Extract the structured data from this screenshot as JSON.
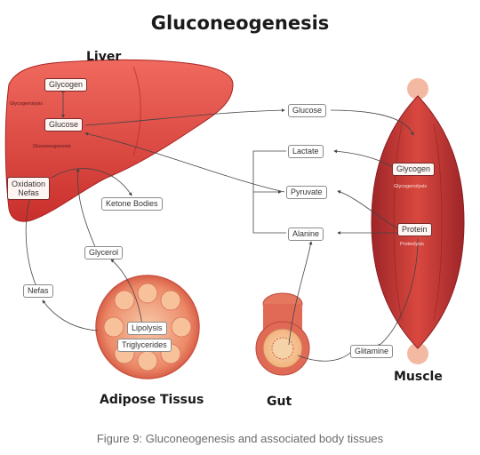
{
  "title": "Gluconeogenesis",
  "caption": "Figure 9: Gluconeogenesis and associated body tissues",
  "organs": {
    "liver": "Liver",
    "adipose": "Adipose Tissus",
    "gut": "Gut",
    "muscle": "Muscle"
  },
  "liver": {
    "glycogen": "Glycogen",
    "glycogenolysis": "Glycogenolysis",
    "glucose": "Glucose",
    "gluconeogenesis": "Gluconeogenesis",
    "oxidation_line1": "Oxidation",
    "oxidation_line2": "Nefas"
  },
  "center": {
    "glucose": "Glucose",
    "lactate": "Lactate",
    "pyruvate": "Pyruvate",
    "alanine": "Alanine",
    "ketone_bodies": "Ketone Bodies",
    "glycerol": "Glycerol",
    "nefas": "Nefas",
    "glitamine": "Glitamine"
  },
  "adipose": {
    "lipolysis": "Lipolysis",
    "triglycerides": "Triglycerides"
  },
  "muscle": {
    "glycogen": "Glycogen",
    "glycogenolysis": "Glycogenolysis",
    "protein": "Protein",
    "proteolysis": "Proteolysis"
  },
  "colors": {
    "liver": "#e0443e",
    "muscle": "#c8383a",
    "adipose": "#e87a5d",
    "gut": "#e06a55",
    "arrow": "#444444"
  }
}
